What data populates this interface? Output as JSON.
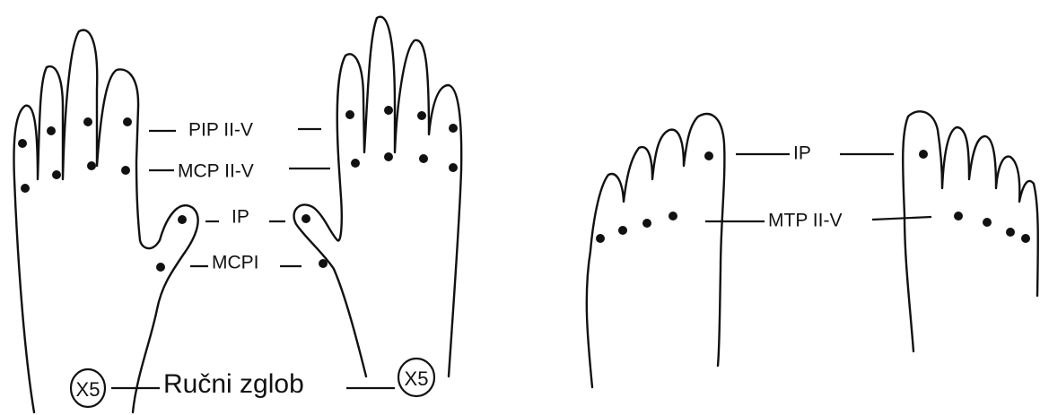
{
  "hands": {
    "pip_label": "PIP II-V",
    "mcp_label": "MCP II-V",
    "ip_label": "IP",
    "mcpi_label": "MCPI",
    "wrist_label": "Ručni zglob",
    "wrist_marker": "X5"
  },
  "feet": {
    "ip_label": "IP",
    "mtp_label": "MTP II-V"
  },
  "colors": {
    "ink": "#111111",
    "background": "#ffffff"
  }
}
